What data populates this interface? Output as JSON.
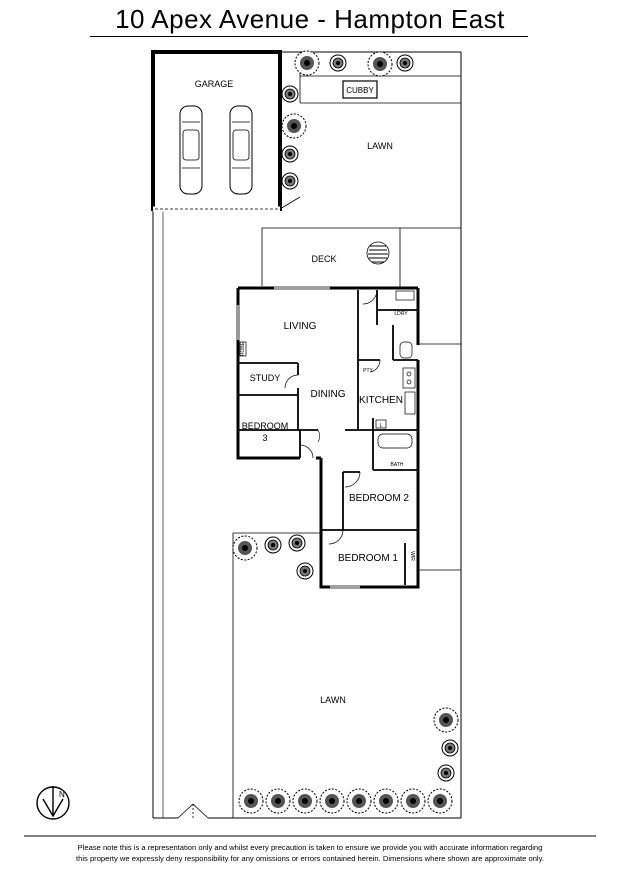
{
  "title": "10 Apex Avenue - Hampton East",
  "rooms": {
    "garage": "GARAGE",
    "cubby": "CUBBY",
    "lawn_rear": "LAWN",
    "deck": "DECK",
    "living": "LIVING",
    "study": "STUDY",
    "dining": "DINING",
    "kitchen": "KITCHEN",
    "bedroom3_line1": "BEDROOM",
    "bedroom3_line2": "3",
    "bedroom2": "BEDROOM 2",
    "bedroom1": "BEDROOM 1",
    "lawn_front": "LAWN",
    "laundry": "LDRY",
    "pantry": "PTY",
    "bath": "BATH",
    "wir": "WIR",
    "robe": "ROBE",
    "linen": "L"
  },
  "compass": {
    "label": "N"
  },
  "disclaimer": {
    "line1": "Please note this is a representation only and whilst every precaution is taken to ensure we provide you with accurate information regarding",
    "line2": "this property we expressly deny responsibility for any omissions or errors contained herein. Dimensions where shown are approximate only."
  }
}
